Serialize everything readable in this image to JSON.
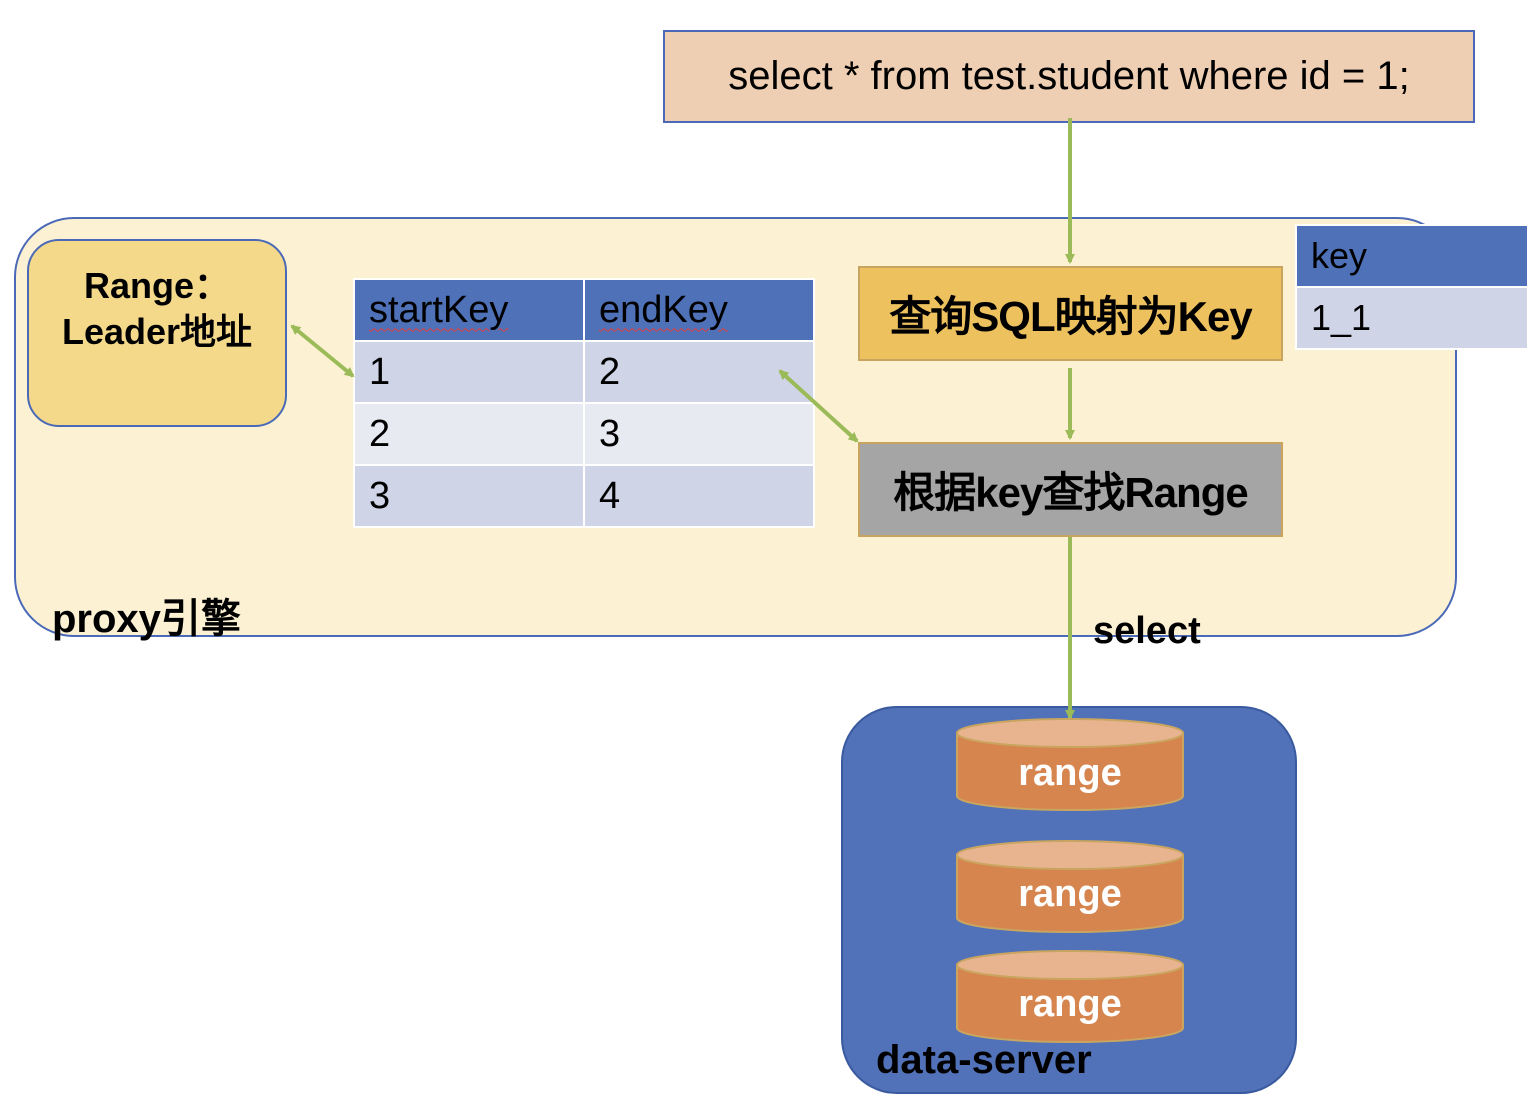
{
  "sql_query": "select * from test.student where id = 1;",
  "proxy": {
    "label": "proxy引擎",
    "range_leader_line1": "Range：",
    "range_leader_line2": "Leader地址",
    "range_table": {
      "headers": [
        "startKey",
        "endKey"
      ],
      "rows": [
        [
          "1",
          "2"
        ],
        [
          "2",
          "3"
        ],
        [
          "3",
          "4"
        ]
      ]
    },
    "map_step": "查询SQL映射为Key",
    "find_step": "根据key查找Range"
  },
  "key_table": {
    "header": "key",
    "value": "1_1"
  },
  "select_label": "select",
  "data_server": {
    "label": "data-server",
    "ranges": [
      "range",
      "range",
      "range"
    ]
  },
  "colors": {
    "arrow": "#9BBB59",
    "table_header": "#4F71B8",
    "map_step": "#EDC15E",
    "find_step": "#A5A5A5",
    "data_server": "#5171B8",
    "cylinder": "#D6854F"
  }
}
